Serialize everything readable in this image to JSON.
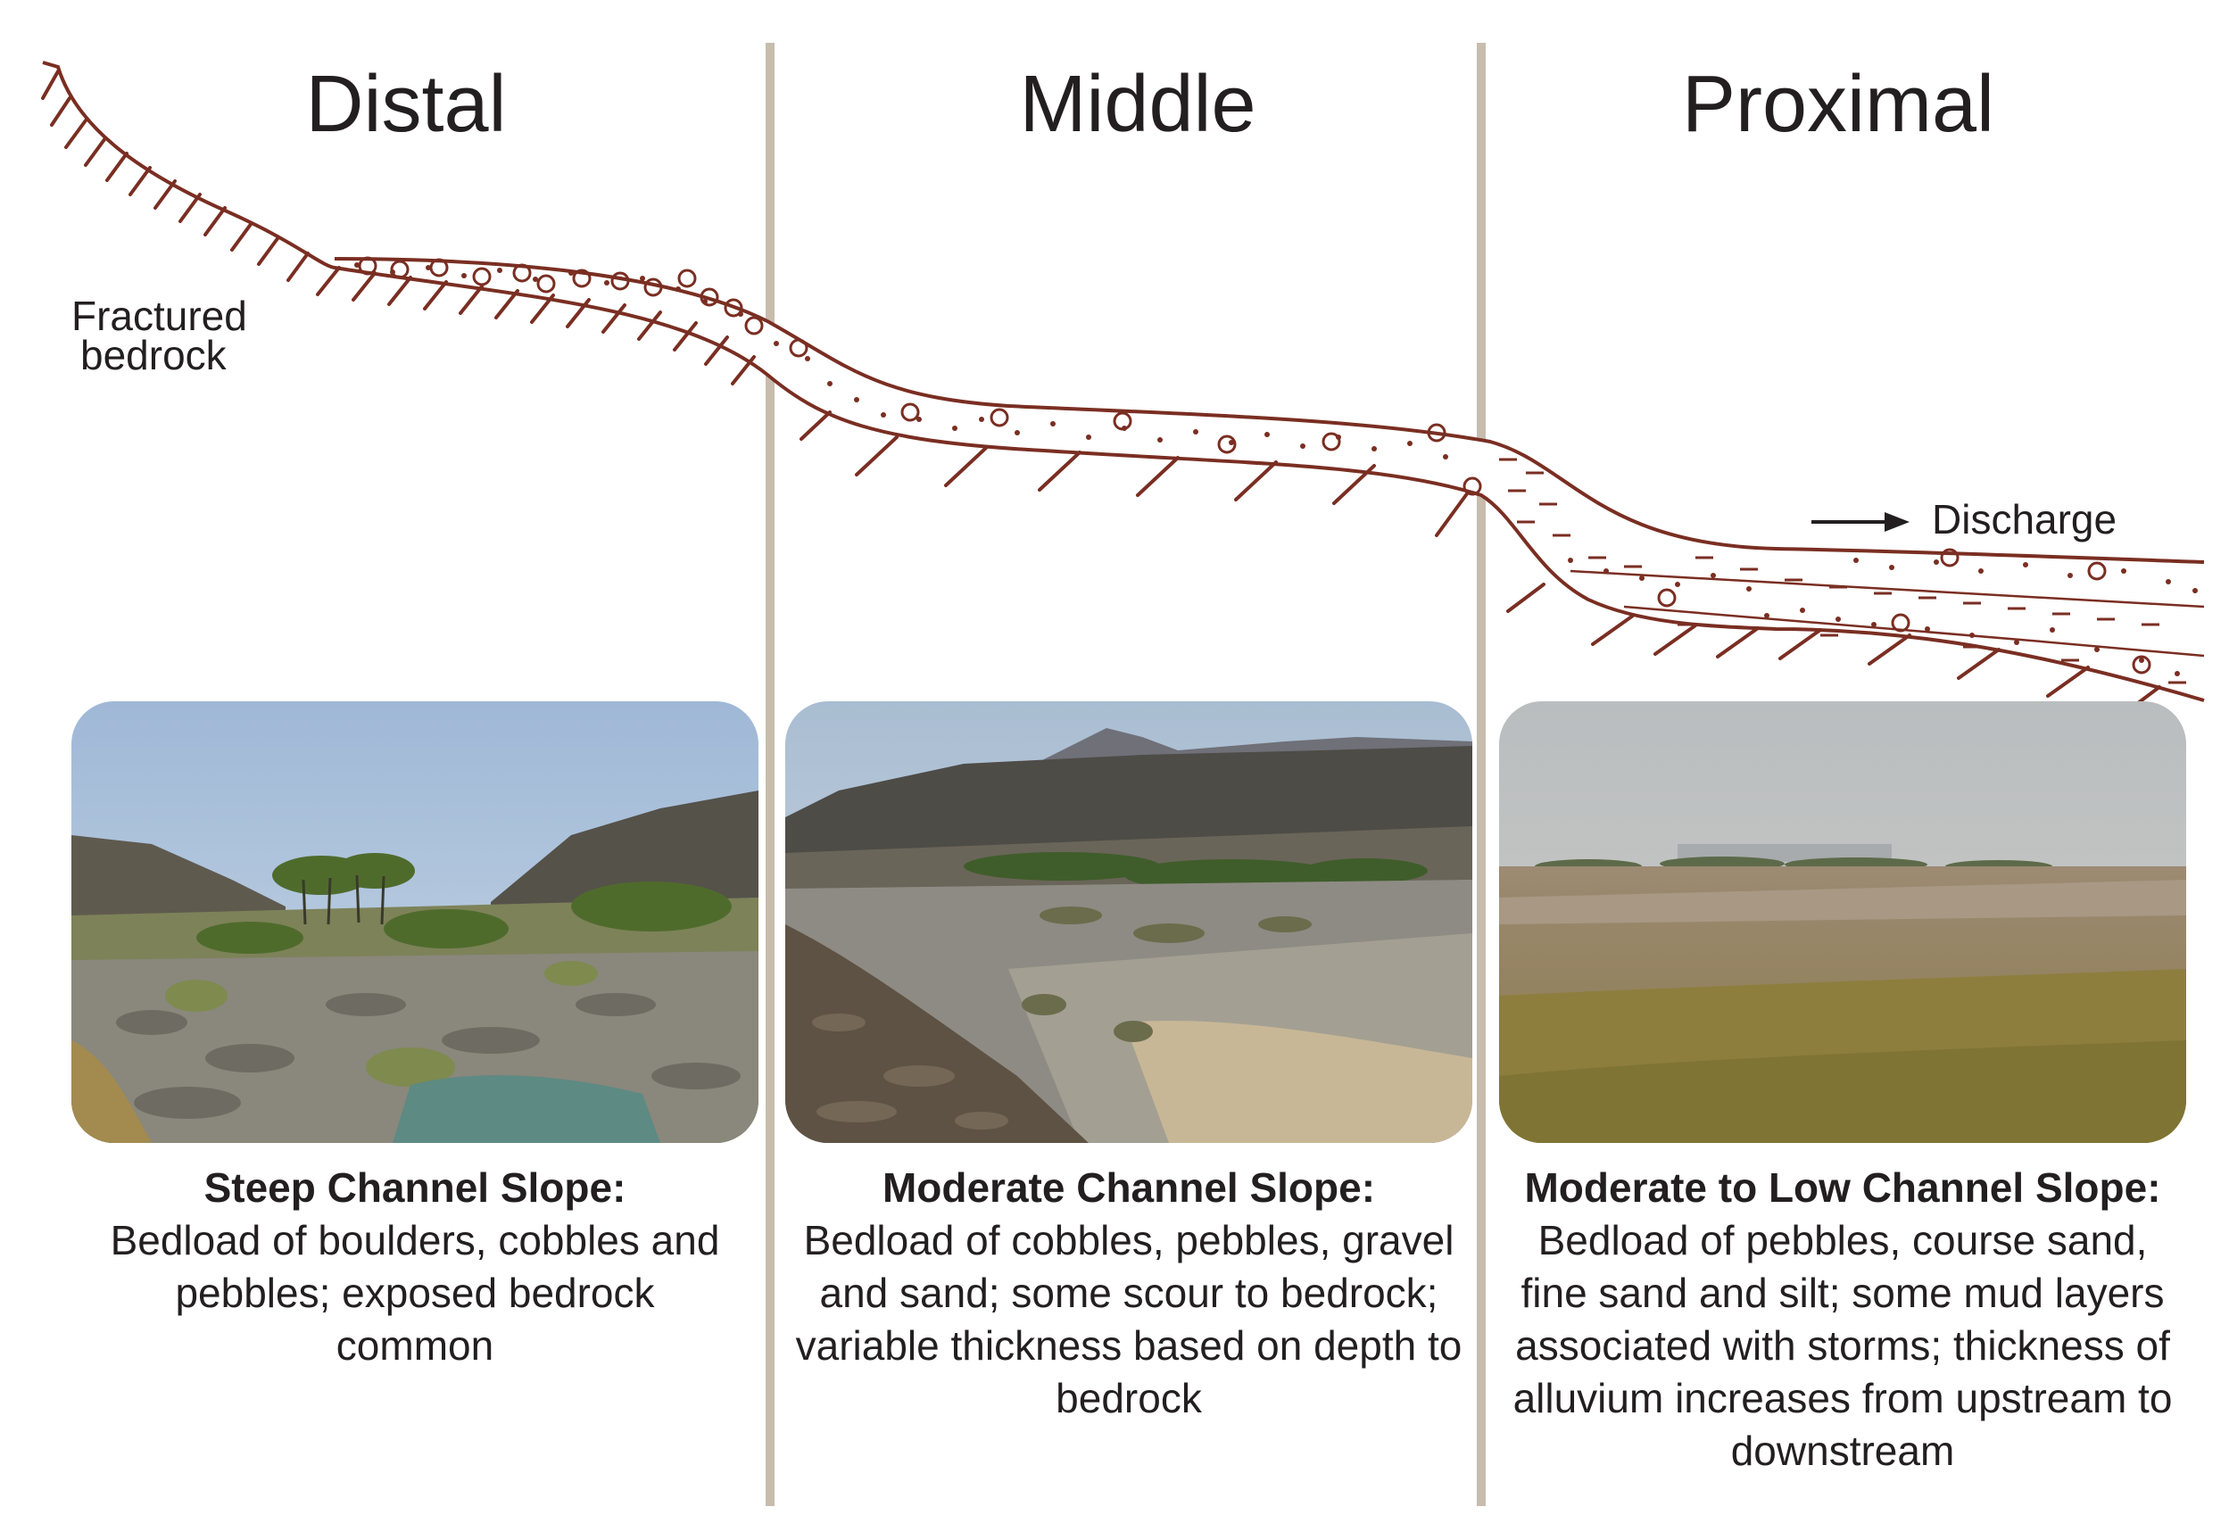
{
  "zones": [
    {
      "title": "Distal",
      "caption_heading": "Steep Channel Slope:",
      "caption_body": "Bedload of boulders, cobbles and pebbles; exposed bedrock common"
    },
    {
      "title": "Middle",
      "caption_heading": "Moderate Channel Slope:",
      "caption_body": "Bedload of cobbles, pebbles, gravel and sand; some scour to bedrock; variable thickness based on depth to bedrock"
    },
    {
      "title": "Proximal",
      "caption_heading": "Moderate to Low Channel Slope:",
      "caption_body": "Bedload of pebbles, course sand, fine sand and silt; some mud layers associated with storms; thickness of alluvium increases from upstream to downstream"
    }
  ],
  "labels": {
    "bedrock_line1": "Fractured",
    "bedrock_line2": "bedrock",
    "discharge": "Discharge"
  },
  "colors": {
    "profile_line": "#7a2e22",
    "divider": "#c8bcae",
    "text": "#231f20"
  }
}
